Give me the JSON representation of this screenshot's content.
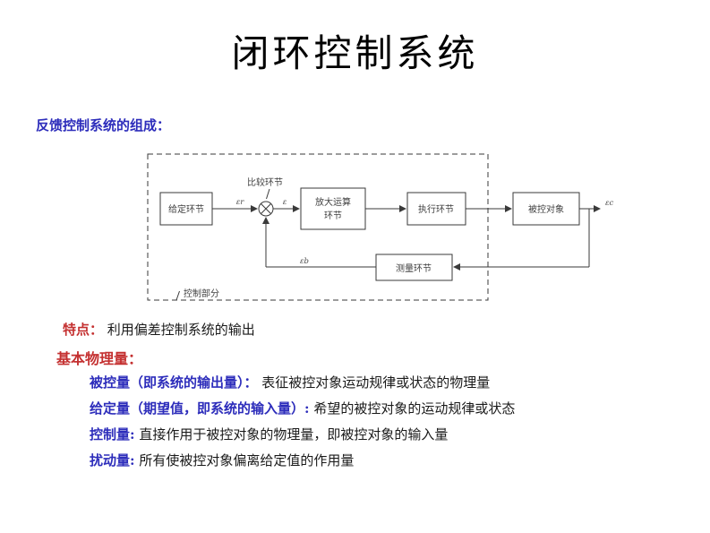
{
  "colors": {
    "accent_blue": "#2d2dbb",
    "accent_red": "#c43030",
    "diagram_stroke": "#3a3a3a",
    "background": "#ffffff"
  },
  "slide": {
    "title": "闭环控制系统",
    "section_heading": "反馈控制系统的组成："
  },
  "diagram": {
    "blocks": {
      "given": "给定环节",
      "comparison": "比较环节",
      "amplify_line1": "放大运算",
      "amplify_line2": "环节",
      "actuator": "执行环节",
      "plant": "被控对象",
      "measure": "测量环节",
      "control_part": "控制部分"
    },
    "signals": {
      "input": "εr",
      "error": "ε",
      "feedback": "εb",
      "output": "εc"
    }
  },
  "feature": {
    "label": "特点：",
    "text": "利用偏差控制系统的输出"
  },
  "quantities": {
    "heading": "基本物理量：",
    "items": [
      {
        "term": "被控量（即系统的输出量）：",
        "desc": "表征被控对象运动规律或状态的物理量"
      },
      {
        "term": "给定量（期望值，即系统的输入量）:",
        "desc": "希望的被控对象的运动规律或状态"
      },
      {
        "term": "控制量:",
        "desc": "直接作用于被控对象的物理量，即被控对象的输入量"
      },
      {
        "term": "扰动量:",
        "desc": "所有使被控对象偏离给定值的作用量"
      }
    ]
  }
}
